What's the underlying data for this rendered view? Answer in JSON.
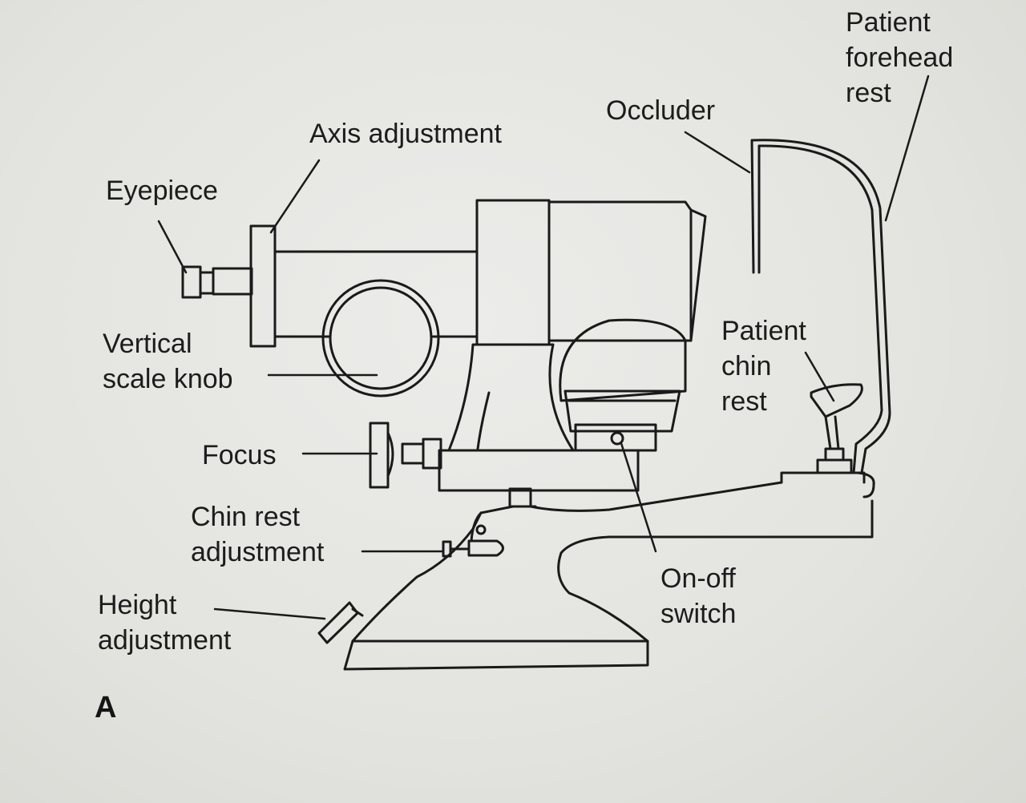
{
  "labels": {
    "eyepiece": "Eyepiece",
    "axis_adjustment": "Axis adjustment",
    "vertical_scale_knob": [
      "Vertical",
      "scale knob"
    ],
    "focus": "Focus",
    "chin_rest_adjustment": [
      "Chin rest",
      "adjustment"
    ],
    "height_adjustment": [
      "Height",
      "adjustment"
    ],
    "occluder": "Occluder",
    "patient_forehead_rest": [
      "Patient",
      "forehead",
      "rest"
    ],
    "patient_chin_rest": [
      "Patient",
      "chin",
      "rest"
    ],
    "on_off_switch": [
      "On-off",
      "switch"
    ]
  },
  "panel_letter": "A"
}
